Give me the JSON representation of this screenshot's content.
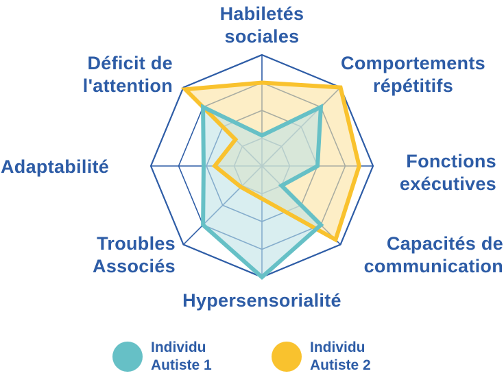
{
  "chart_data": {
    "type": "radar",
    "title": "",
    "range": [
      0,
      4
    ],
    "rings": [
      1,
      2,
      3,
      4
    ],
    "axes": [
      {
        "line1": "Habiletés",
        "line2": "sociales"
      },
      {
        "line1": "Comportements",
        "line2": "répétitifs"
      },
      {
        "line1": "Fonctions",
        "line2": "exécutives"
      },
      {
        "line1": "Capacités de",
        "line2": "communication"
      },
      {
        "line1": "Hypersensorialité",
        "line2": ""
      },
      {
        "line1": "Troubles",
        "line2": "Associés"
      },
      {
        "line1": "Adaptabilité",
        "line2": ""
      },
      {
        "line1": "Déficit de",
        "line2": "l'attention"
      }
    ],
    "series": [
      {
        "name": "Individu Autiste 1",
        "name_line1": "Individu",
        "name_line2": "Autiste 1",
        "color": "#66c0c6",
        "fill": "#bfe3e6",
        "points": [
          {
            "axis": 0,
            "value": 1.1
          },
          {
            "axis": 1,
            "value": 3.0
          },
          {
            "axis": 2,
            "value": 2.0
          },
          {
            "axis": 3,
            "value": 1.0
          },
          {
            "axis": 3,
            "value": 3.0
          },
          {
            "axis": 4,
            "value": 4.0
          },
          {
            "axis": 5,
            "value": 3.0
          },
          {
            "axis": 6,
            "value": 2.1
          },
          {
            "axis": 7,
            "value": 3.0
          }
        ]
      },
      {
        "name": "Individu Autiste 2",
        "name_line1": "Individu",
        "name_line2": "Autiste 2",
        "color": "#f9c22e",
        "fill": "#fbe2a0",
        "points": [
          {
            "axis": 0,
            "value": 3.0
          },
          {
            "axis": 1,
            "value": 4.0
          },
          {
            "axis": 2,
            "value": 3.5
          },
          {
            "axis": 3,
            "value": 3.75
          },
          {
            "axis": 5,
            "value": 1.07
          },
          {
            "axis": 6,
            "value": 1.7
          },
          {
            "axis": 7,
            "value": 1.35
          },
          {
            "axis": 7,
            "value": 3.9
          }
        ]
      }
    ],
    "legend_position": "bottom",
    "grid_color": "#2d5ca6"
  }
}
